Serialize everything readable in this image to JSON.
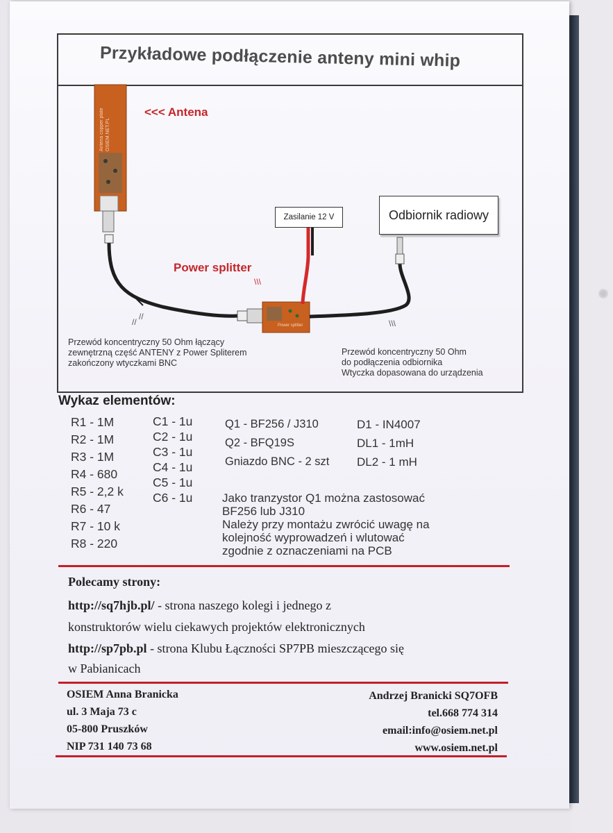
{
  "diagram": {
    "title": "Przykładowe podłączenie anteny mini whip",
    "antenna_label": "<<< Antena",
    "antenna_pcb_text": [
      "Antena",
      "copper plate",
      "OSIEM.NET.PL"
    ],
    "power_label": "Zasilanie 12 V",
    "receiver_label": "Odbiornik radiowy",
    "splitter_label": "Power splitter",
    "splitter_pcb_text": "Power splitter",
    "cable_left_note": [
      "Przewód koncentryczny 50 Ohm łączący",
      "zewnętrzną część ANTENY z Power Spliterem",
      "zakończony wtyczkami BNC"
    ],
    "cable_right_note": [
      "Przewód koncentryczny 50 Ohm",
      "do podłączenia odbiornika",
      "Wtyczka dopasowana do urządzenia"
    ]
  },
  "components": {
    "heading": "Wykaz elementów:",
    "col1": [
      "R1 - 1M",
      "R2 - 1M",
      "R3 - 1M",
      "R4 - 680",
      "R5 - 2,2 k",
      "R6 - 47",
      "R7 - 10 k",
      "R8 - 220"
    ],
    "col2": [
      "C1 - 1u",
      "C2 - 1u",
      "C3 - 1u",
      "C4 - 1u",
      "C5 - 1u",
      "C6 - 1u"
    ],
    "col3": [
      "Q1 - BF256 / J310",
      "Q2 - BFQ19S",
      "Gniazdo BNC - 2 szt"
    ],
    "col4": [
      "D1 - IN4007",
      "DL1 - 1mH",
      "DL2 - 1 mH"
    ],
    "note": [
      "Jako tranzystor Q1 można zastosować",
      "BF256 lub J310",
      "Należy przy montażu zwrócić uwagę na",
      "kolejność wyprowadzeń i wlutować",
      "zgodnie  z oznaczeniami na PCB"
    ]
  },
  "recommended": {
    "heading": "Polecamy strony:",
    "link1": "http://sq7hjb.pl/",
    "link1_desc": " - strona naszego kolegi i jednego z",
    "link1_desc2": "konstruktorów wielu ciekawych projektów elektronicznych",
    "link2": "http://sp7pb.pl",
    "link2_desc": " - strona Klubu Łączności SP7PB mieszczącego się",
    "link2_desc2": "w Pabianicach"
  },
  "contact": {
    "left": [
      "OSIEM Anna Branicka",
      "ul. 3 Maja 73 c",
      "05-800 Pruszków",
      "NIP 731 140 73 68"
    ],
    "right": [
      "Andrzej Branicki SQ7OFB",
      "tel.668 774 314",
      "email:info@osiem.net.pl",
      "www.osiem.net.pl"
    ]
  },
  "colors": {
    "accent_red": "#c41f27",
    "pcb_orange": "#c8601f",
    "cable": "#1e1e1e"
  }
}
